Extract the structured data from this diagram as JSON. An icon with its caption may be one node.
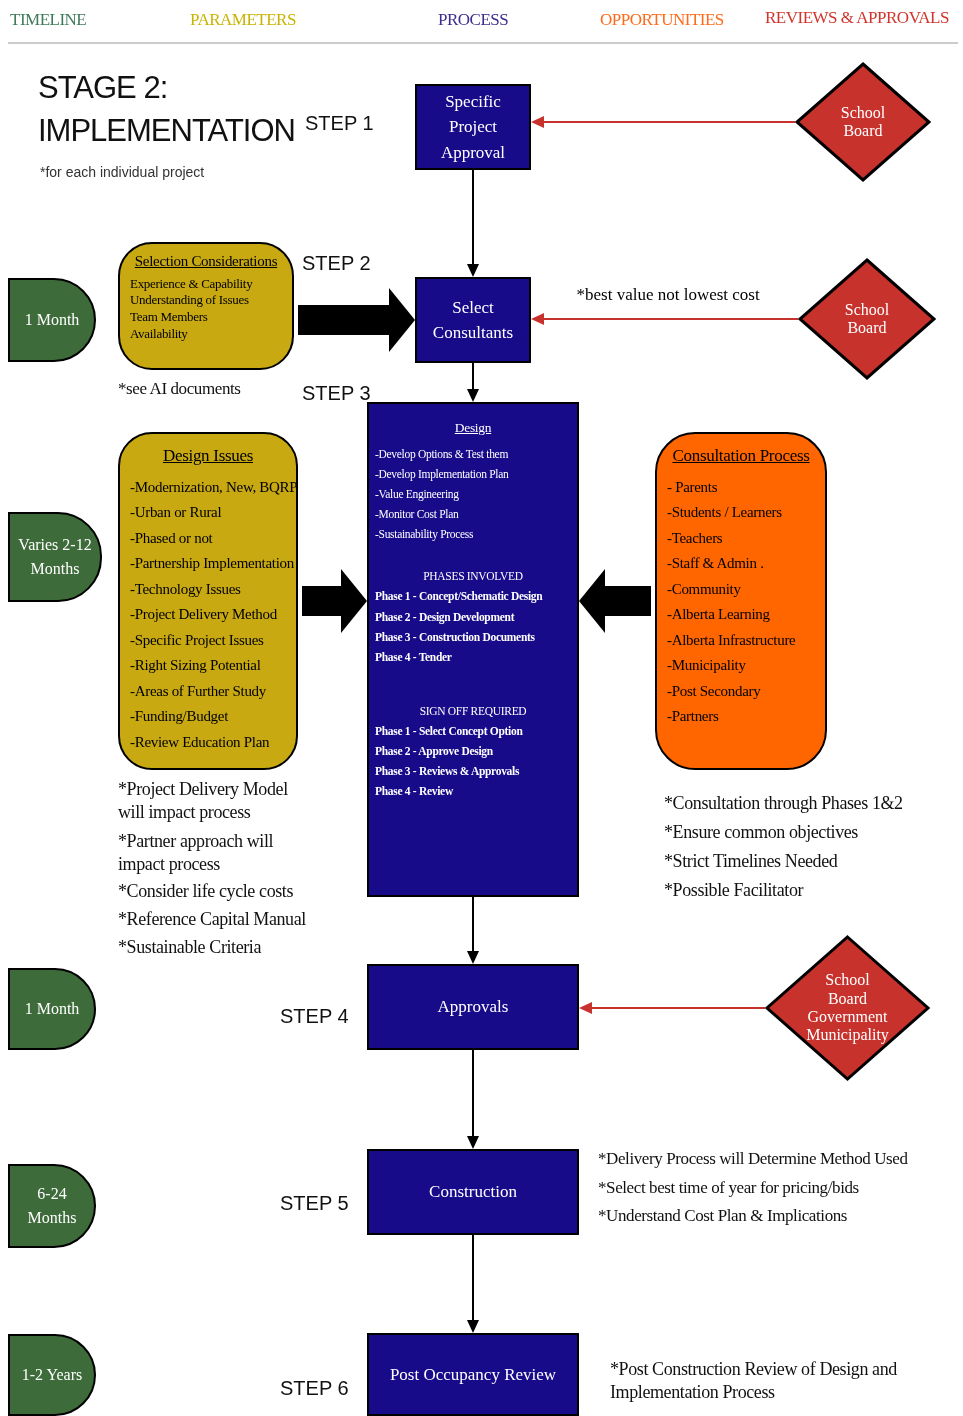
{
  "diagram": {
    "title": "STAGE 2: IMPLEMENTATION",
    "nodes": [
      {
        "text": [
          "Specific Project Approval"
        ]
      },
      {
        "text": [
          "School Board"
        ]
      },
      {
        "text": [
          "1 Month"
        ]
      },
      {
        "text": [
          "Selection Considerations",
          "Experience & Capability",
          "Understanding of Issues",
          "Team Members",
          "Availability"
        ],
        "beside": [
          "*see AI documents"
        ]
      },
      {
        "text": [
          "Select Consultants"
        ]
      },
      {
        "text": [
          "School Board"
        ]
      },
      {
        "text": [
          "Varies 2-12 Months"
        ]
      },
      {
        "text": [
          "Design Issues",
          "-Modernization, New, BQRP",
          "-Urban or Rural",
          "-Phased or not",
          "-Partnership Implementation",
          "-Technology Issues",
          "-Project Delivery Method",
          "-Specific Project Issues",
          "-Right Sizing Potential",
          "-Areas of Further Study",
          "-Funding/Budget",
          "-Review Education Plan"
        ],
        "beside": [
          "*Project Delivery Model will impact process",
          "*Partner approach will impact process",
          "*Consider life cycle costs",
          "*Reference Capital Manual",
          "*Sustainable Criteria"
        ]
      },
      {
        "text": [
          "Design",
          "-Develop Options & Test them",
          "-Develop Implementation Plan",
          "-Value Engineering",
          "-Monitor Cost Plan",
          "-Sustainability Process",
          "PHASES INVOLVED",
          "Phase 1 - Concept/Schematic Design",
          "Phase 2 - Design Development",
          "Phase 3 - Construction Documents",
          "Phase 4 - Tender",
          "SIGN OFF REQUIRED",
          "Phase 1 - Select Concept Option",
          "Phase 2 - Approve Design",
          "Phase 3 - Reviews & Approvals",
          "Phase 4 - Review"
        ]
      },
      {
        "text": [
          "Consultation Process",
          "- Parents",
          "-Students / Learners",
          "-Teachers",
          "-Staff & Admin .",
          "-Community",
          "-Alberta Learning",
          "-Alberta Infrastructure",
          "-Municipality",
          "-Post Secondary",
          "-Partners"
        ],
        "beside": [
          "*Consultation through Phases 1&2",
          "*Ensure common objectives",
          "*Strict Timelines Needed",
          "*Possible Facilitator"
        ]
      },
      {
        "text": [
          "1 Month"
        ]
      },
      {
        "text": [
          "Approvals"
        ]
      },
      {
        "text": [
          "School Board Government Municipality"
        ]
      },
      {
        "text": [
          "6-24 Months"
        ]
      },
      {
        "text": [
          "Construction"
        ],
        "beside": [
          "*Delivery Process will Determine Method Used",
          "*Select best time of year for pricing/bids",
          "*Understand Cost Plan & Implications"
        ]
      },
      {
        "text": [
          "1-2 Years"
        ]
      },
      {
        "text": [
          "Post Occupancy Review"
        ],
        "beside": [
          "*Post Construction Review of Design and Implementation Process"
        ]
      }
    ],
    "edges": [
      {
        "from": 1,
        "to": 0,
        "arrow": "to",
        "color": "#c8322c"
      },
      {
        "from": 0,
        "to": 4,
        "arrow": "to"
      },
      {
        "from": 3,
        "to": 4,
        "arrow": "to",
        "style": "thick"
      },
      {
        "from": 5,
        "to": 4,
        "arrow": "to",
        "label": "*best value not lowest cost",
        "color": "#c8322c"
      },
      {
        "from": 4,
        "to": 8,
        "arrow": "to"
      },
      {
        "from": 7,
        "to": 8,
        "arrow": "to",
        "style": "thick"
      },
      {
        "from": 9,
        "to": 8,
        "arrow": "to",
        "style": "thick"
      },
      {
        "from": 8,
        "to": 11,
        "arrow": "to"
      },
      {
        "from": 12,
        "to": 11,
        "arrow": "to",
        "color": "#c8322c"
      },
      {
        "from": 11,
        "to": 14,
        "arrow": "to"
      },
      {
        "from": 14,
        "to": 16,
        "arrow": "to"
      }
    ],
    "labels": [
      "TIMELINE",
      "PARAMETERS",
      "PROCESS",
      "OPPORTUNITIES",
      "REVIEWS & APPROVALS",
      "STEP 1",
      "*for each individual project",
      "STEP 2",
      "STEP 3",
      "STEP 4",
      "STEP 5",
      "STEP 6"
    ]
  }
}
